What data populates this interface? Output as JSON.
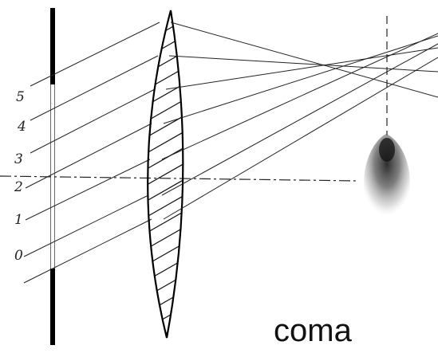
{
  "ray_labels": [
    "5",
    "4",
    "3",
    "2",
    "1",
    "0"
  ],
  "caption": "coma"
}
